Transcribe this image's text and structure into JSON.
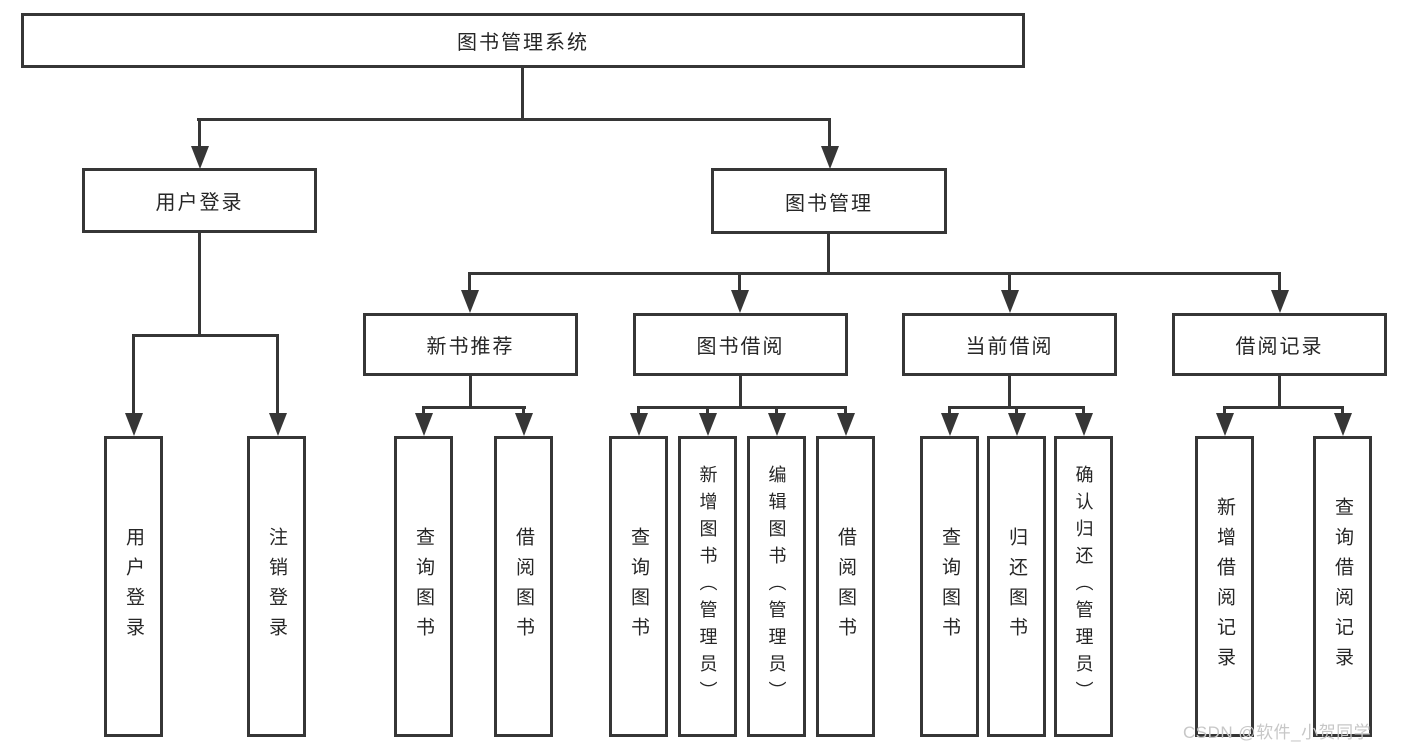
{
  "diagram_title": "图书管理系统",
  "tree": {
    "root": {
      "label": "图书管理系统",
      "children": [
        {
          "label": "用户登录",
          "children": [
            {
              "label": "用户登录"
            },
            {
              "label": "注销登录"
            }
          ]
        },
        {
          "label": "图书管理",
          "children": [
            {
              "label": "新书推荐",
              "children": [
                {
                  "label": "查询图书"
                },
                {
                  "label": "借阅图书"
                }
              ]
            },
            {
              "label": "图书借阅",
              "children": [
                {
                  "label": "查询图书"
                },
                {
                  "label": "新增图书（管理员）"
                },
                {
                  "label": "编辑图书（管理员）"
                },
                {
                  "label": "借阅图书"
                }
              ]
            },
            {
              "label": "当前借阅",
              "children": [
                {
                  "label": "查询图书"
                },
                {
                  "label": "归还图书"
                },
                {
                  "label": "确认归还（管理员）"
                }
              ]
            },
            {
              "label": "借阅记录",
              "children": [
                {
                  "label": "新增借阅记录"
                },
                {
                  "label": "查询借阅记录"
                }
              ]
            }
          ]
        }
      ]
    }
  },
  "watermark": {
    "text": "CSDN @软件_小贺同学"
  },
  "colors": {
    "line_color": "#363636",
    "text_color": "#262626",
    "watermark_color": "#c7c7c7",
    "background": "#ffffff"
  }
}
